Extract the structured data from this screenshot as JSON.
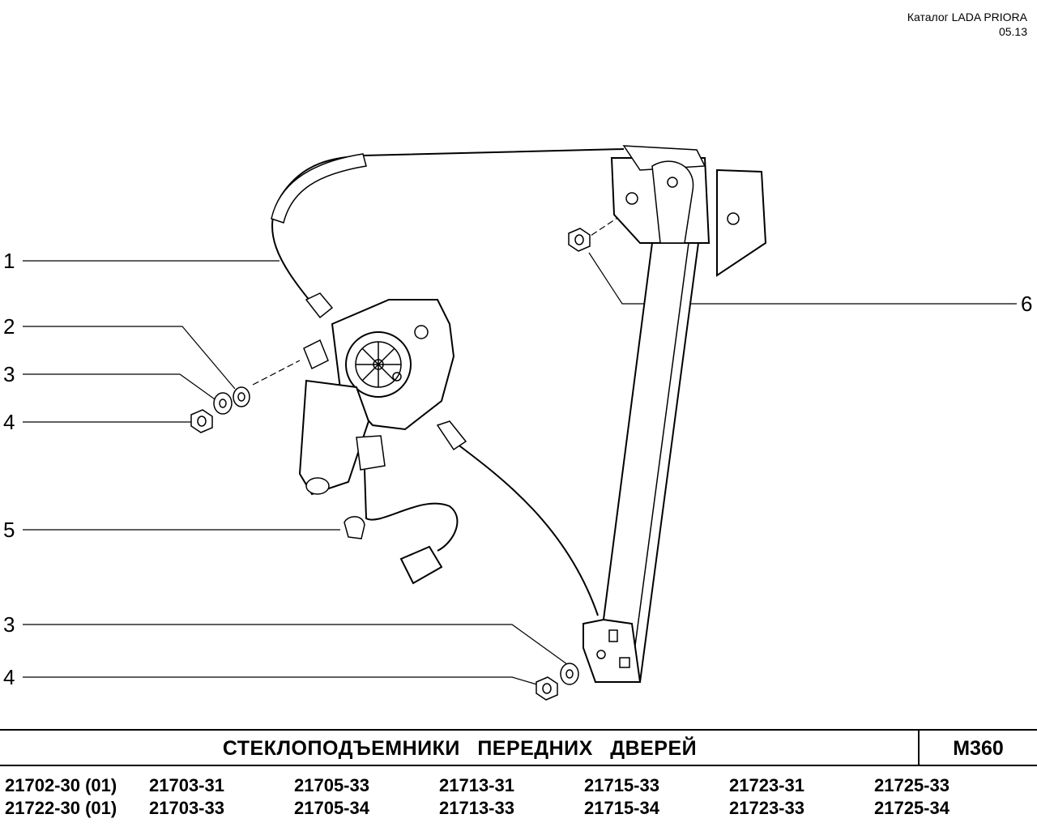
{
  "header": {
    "catalog_label": "Каталог  LADA  PRIORA",
    "date": "05.13"
  },
  "callouts": [
    "1",
    "2",
    "3",
    "4",
    "5",
    "3",
    "4",
    "6"
  ],
  "title": "СТЕКЛОПОДЪЕМНИКИ   ПЕРЕДНИХ   ДВЕРЕЙ",
  "page_code": "М360",
  "models": [
    [
      "21702-30 (01)",
      "21703-31",
      "21705-33",
      "21713-31",
      "21715-33",
      "21723-31",
      "21725-33"
    ],
    [
      "21722-30 (01)",
      "21703-33",
      "21705-34",
      "21713-33",
      "21715-34",
      "21723-33",
      "21725-34"
    ]
  ]
}
